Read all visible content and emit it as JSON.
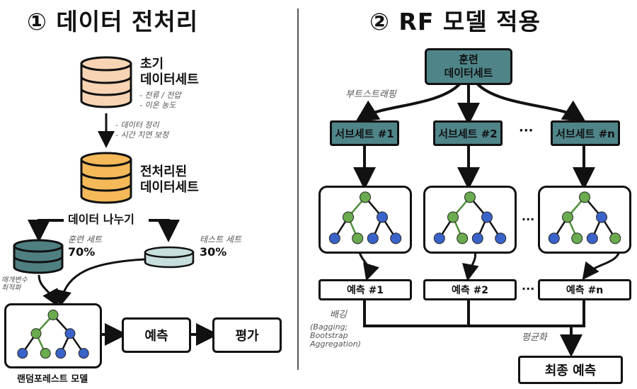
{
  "left": {
    "title": "① 데이터 전처리",
    "raw_db_line1": "초기",
    "raw_db_line2": "데이터세트",
    "raw_notes": [
      "- 전류 / 전압",
      "- 이온 농도"
    ],
    "clean_notes": [
      "- 데이터 정리",
      "- 시간 지연 보정"
    ],
    "clean_db_line1": "전처리된",
    "clean_db_line2": "데이터세트",
    "split_label": "데이터 나누기",
    "train_label": "훈련 세트",
    "train_pct": "70%",
    "test_label": "테스트 세트",
    "test_pct": "30%",
    "hyper_line1": "매개변수",
    "hyper_line2": "최적화",
    "model_label": "랜덤포레스트 모델",
    "predict_label": "예측",
    "eval_label": "평가"
  },
  "right": {
    "title": "② RF 모델 적용",
    "train_box_line1": "훈련",
    "train_box_line2": "데이터세트",
    "bootstrap_label": "부트스트래핑",
    "subsets": [
      "서브세트 #1",
      "서브세트 #2",
      "서브세트 #n"
    ],
    "predictions": [
      "예측 #1",
      "예측 #2",
      "예측 #n"
    ],
    "ellipsis": "···",
    "bagging_label": "배깅",
    "bagging_note": [
      "(Bagging;",
      "Bootstrap",
      "Aggregation)"
    ],
    "average_label": "평균화",
    "final_label": "최종 예측"
  },
  "colors": {
    "teal": "#4f8589",
    "green_node": "#6aab4f",
    "blue_node": "#3a63c9",
    "raw_db": "#f8d4b4",
    "clean_db": "#f5b95a",
    "train_db": "#4f7f80",
    "test_db": "#c6dedc"
  }
}
